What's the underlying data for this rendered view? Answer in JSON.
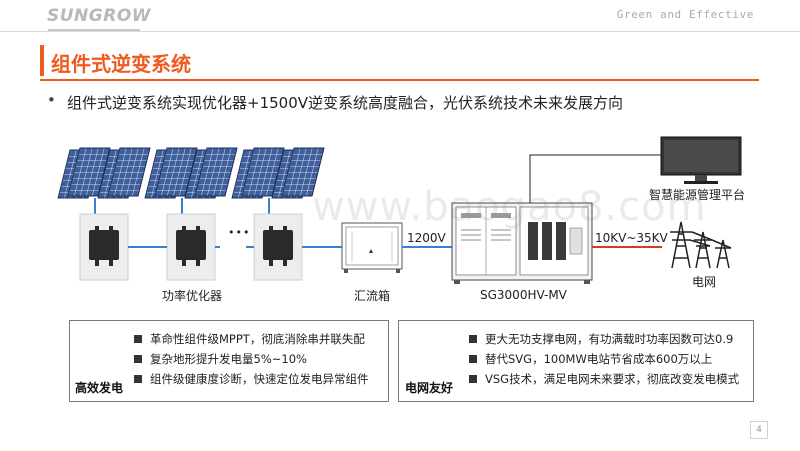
{
  "header": {
    "brand": "SUNGROW",
    "tagline": "Green and Effective"
  },
  "title": "组件式逆变系统",
  "bullet": "组件式逆变系统实现优化器+1500V逆变系统高度融合，光伏系统技术未来发展方向",
  "diagram": {
    "optimizer_label": "功率优化器",
    "ellipsis": "•••",
    "combiner_label": "汇流箱",
    "voltage_dc": "1200V",
    "inverter_label": "SG3000HV-MV",
    "voltage_ac": "10KV~35KV",
    "platform_label": "智慧能源管理平台",
    "grid_label": "电网"
  },
  "panels": [
    {
      "title": "高效发电",
      "icon": "growth-chart-icon",
      "items": [
        "革命性组件级MPPT，彻底消除串并联失配",
        "复杂地形提升发电量5%~10%",
        "组件级健康度诊断，快速定位发电异常组件"
      ]
    },
    {
      "title": "电网友好",
      "icon": "transmission-tower-icon",
      "items": [
        "更大无功支撑电网，有功满载时功率因数可达0.9",
        "替代SVG，100MW电站节省成本600万以上",
        "VSG技术，满足电网未来要求，彻底改变发电模式"
      ]
    }
  ],
  "watermark": "www.baogao8.com",
  "page_number": "4",
  "colors": {
    "accent": "#f05a1e",
    "solar_blue": "#3a7fd6",
    "grid_red": "#d23a2a"
  }
}
